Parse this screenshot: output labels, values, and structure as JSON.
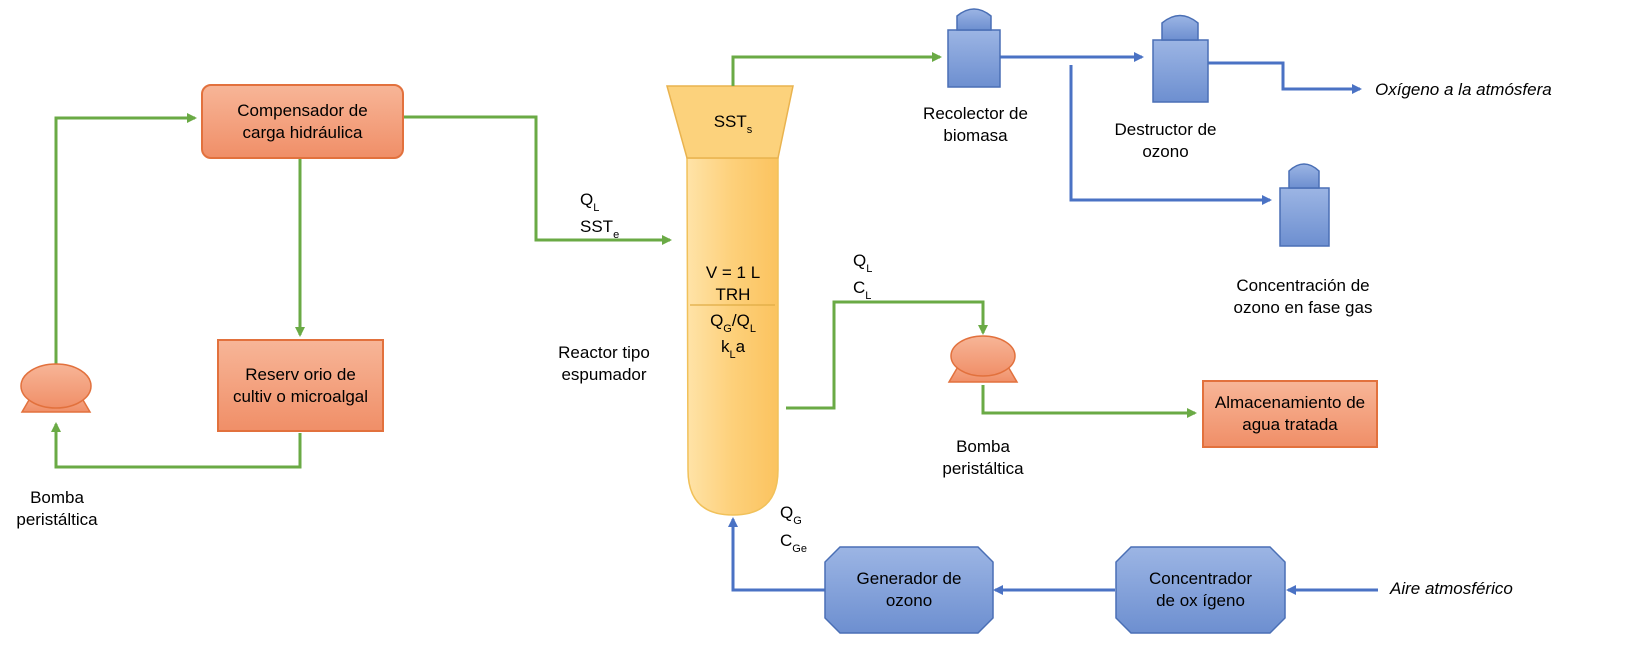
{
  "colors": {
    "liquid_line": "#6aaa45",
    "gas_line": "#4a72c4",
    "orange_box": "#f4a582",
    "blue_box": "#7f9fd8",
    "reactor": "#fcd27c"
  },
  "boxes": {
    "compensador": "Compensador de carga hidráulica",
    "reservorio": "Reserv orio de cultiv o microalgal",
    "almacenamiento": "Almacenamiento de agua tratada",
    "generador": "Generador de ozono",
    "concentrador": "Concentrador de ox ígeno"
  },
  "labels": {
    "bomba_left": "Bomba peristáltica",
    "bomba_right": "Bomba peristáltica",
    "reactor": "Reactor tipo espumador",
    "recolector": "Recolector de biomasa",
    "destructor": "Destructor de ozono",
    "concentracion": "Concentración de ozono en fase gas",
    "oxigeno_atm": "Oxígeno a la atmósfera",
    "aire_atm": "Aire atmosférico"
  },
  "reactor_text": {
    "top_main": "SST",
    "top_sub": "s",
    "v": "V = 1 L",
    "trh": "TRH",
    "qg_main": "Q",
    "qg_sub": "G",
    "ql_main": "/Q",
    "ql_sub": "L",
    "kla_k": "k",
    "kla_sub": "L",
    "kla_a": "a"
  },
  "stream_in": {
    "q": "Q",
    "q_sub": "L",
    "sst": "SST",
    "sst_sub": "e"
  },
  "stream_out": {
    "q": "Q",
    "q_sub": "L",
    "c": "C",
    "c_sub": "L"
  },
  "stream_gas": {
    "q": "Q",
    "q_sub": "G",
    "c": "C",
    "c_sub": "Ge"
  }
}
